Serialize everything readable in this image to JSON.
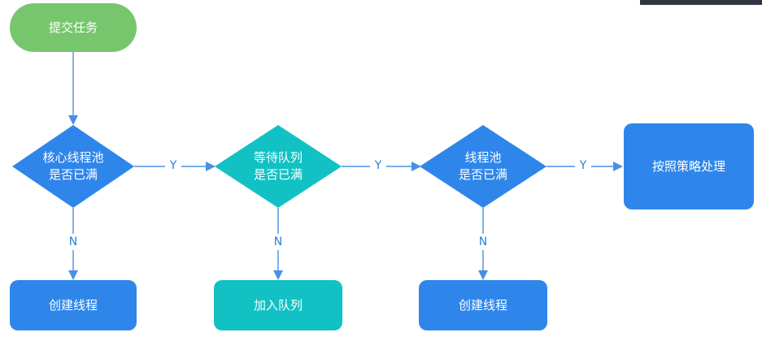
{
  "nodes": {
    "start": {
      "label": "提交任务",
      "color": "#77c66e"
    },
    "core_pool_check": {
      "line1": "核心线程池",
      "line2": "是否已满",
      "color": "#2f86ea"
    },
    "queue_check": {
      "line1": "等待队列",
      "line2": "是否已满",
      "color": "#12c1c4"
    },
    "pool_check": {
      "line1": "线程池",
      "line2": "是否已满",
      "color": "#2f86ea"
    },
    "policy": {
      "label": "按照策略处理",
      "color": "#2f86ea"
    },
    "create_thread_1": {
      "label": "创建线程",
      "color": "#2f86ea"
    },
    "add_queue": {
      "label": "加入队列",
      "color": "#12c1c4"
    },
    "create_thread_2": {
      "label": "创建线程",
      "color": "#2f86ea"
    }
  },
  "edges": {
    "yes_label": "Y",
    "no_label": "N"
  },
  "colors": {
    "edge": "#4a90e2",
    "edge_label": "#2b7fd6"
  }
}
